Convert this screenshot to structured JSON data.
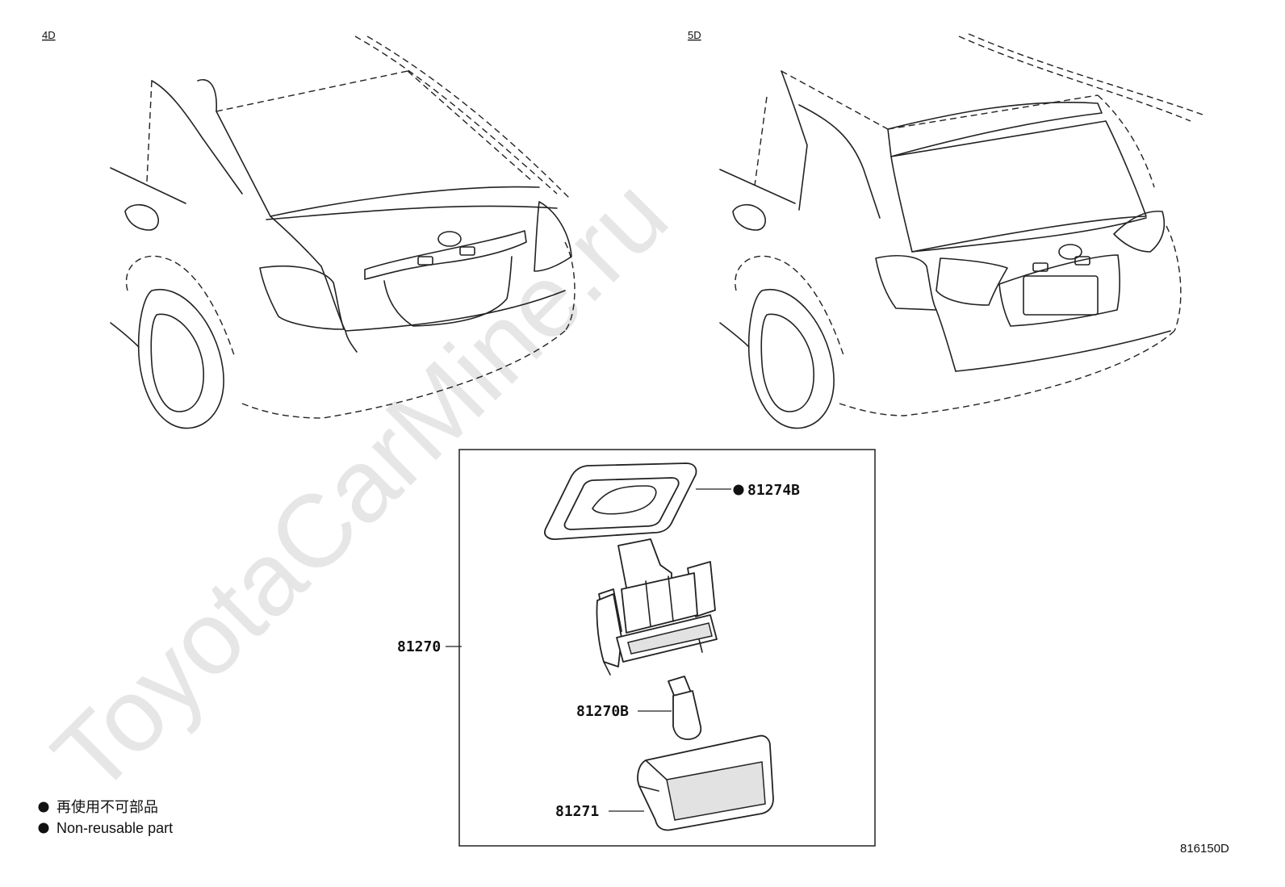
{
  "watermark": "ToyotaCarMine.ru",
  "variants": {
    "left": "4D",
    "right": "5D"
  },
  "parts": {
    "gasket": {
      "number": "81274B",
      "non_reusable": true
    },
    "lamp_assembly": {
      "number": "81270"
    },
    "bulb": {
      "number": "81270B"
    },
    "lens": {
      "number": "81271"
    }
  },
  "legend": {
    "symbol": "●",
    "line_jp": "再使用不可部品",
    "line_en": "Non-reusable part"
  },
  "diagram_id": "816150D"
}
